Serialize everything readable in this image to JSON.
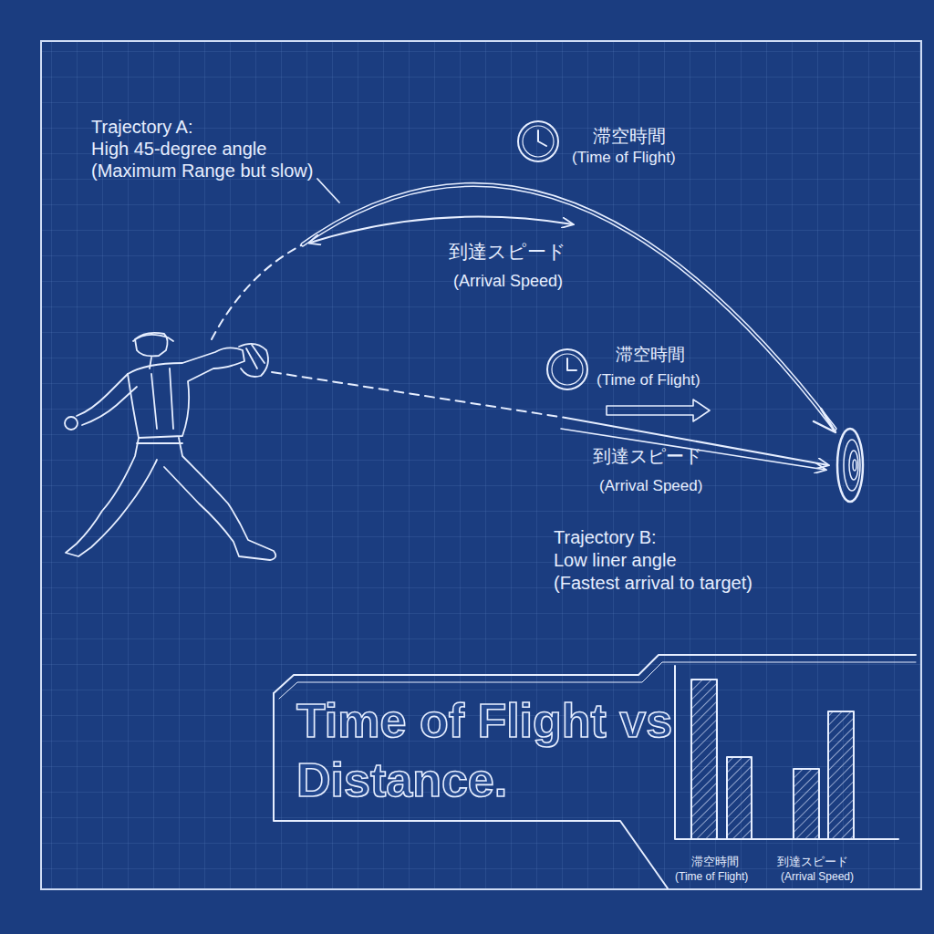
{
  "diagram": {
    "title": "Time of Flight vs Distance.",
    "labels": [
      "Trajectory A:",
      "High 45-degree angle",
      "(Maximum Range but slow)",
      "滞空時間",
      "(Time of Flight)",
      "到達スピード",
      "(Arrival Speed)",
      "滞空時間",
      "(Time of Flight)",
      "到達スピード",
      "(Arrival Speed)",
      "Trajectory B:",
      "Low liner angle",
      "(Fastest arrival to target)",
      "滞空時間",
      "(Time of Flight)",
      "到達スピード",
      "(Arrival Speed)"
    ]
  }
}
